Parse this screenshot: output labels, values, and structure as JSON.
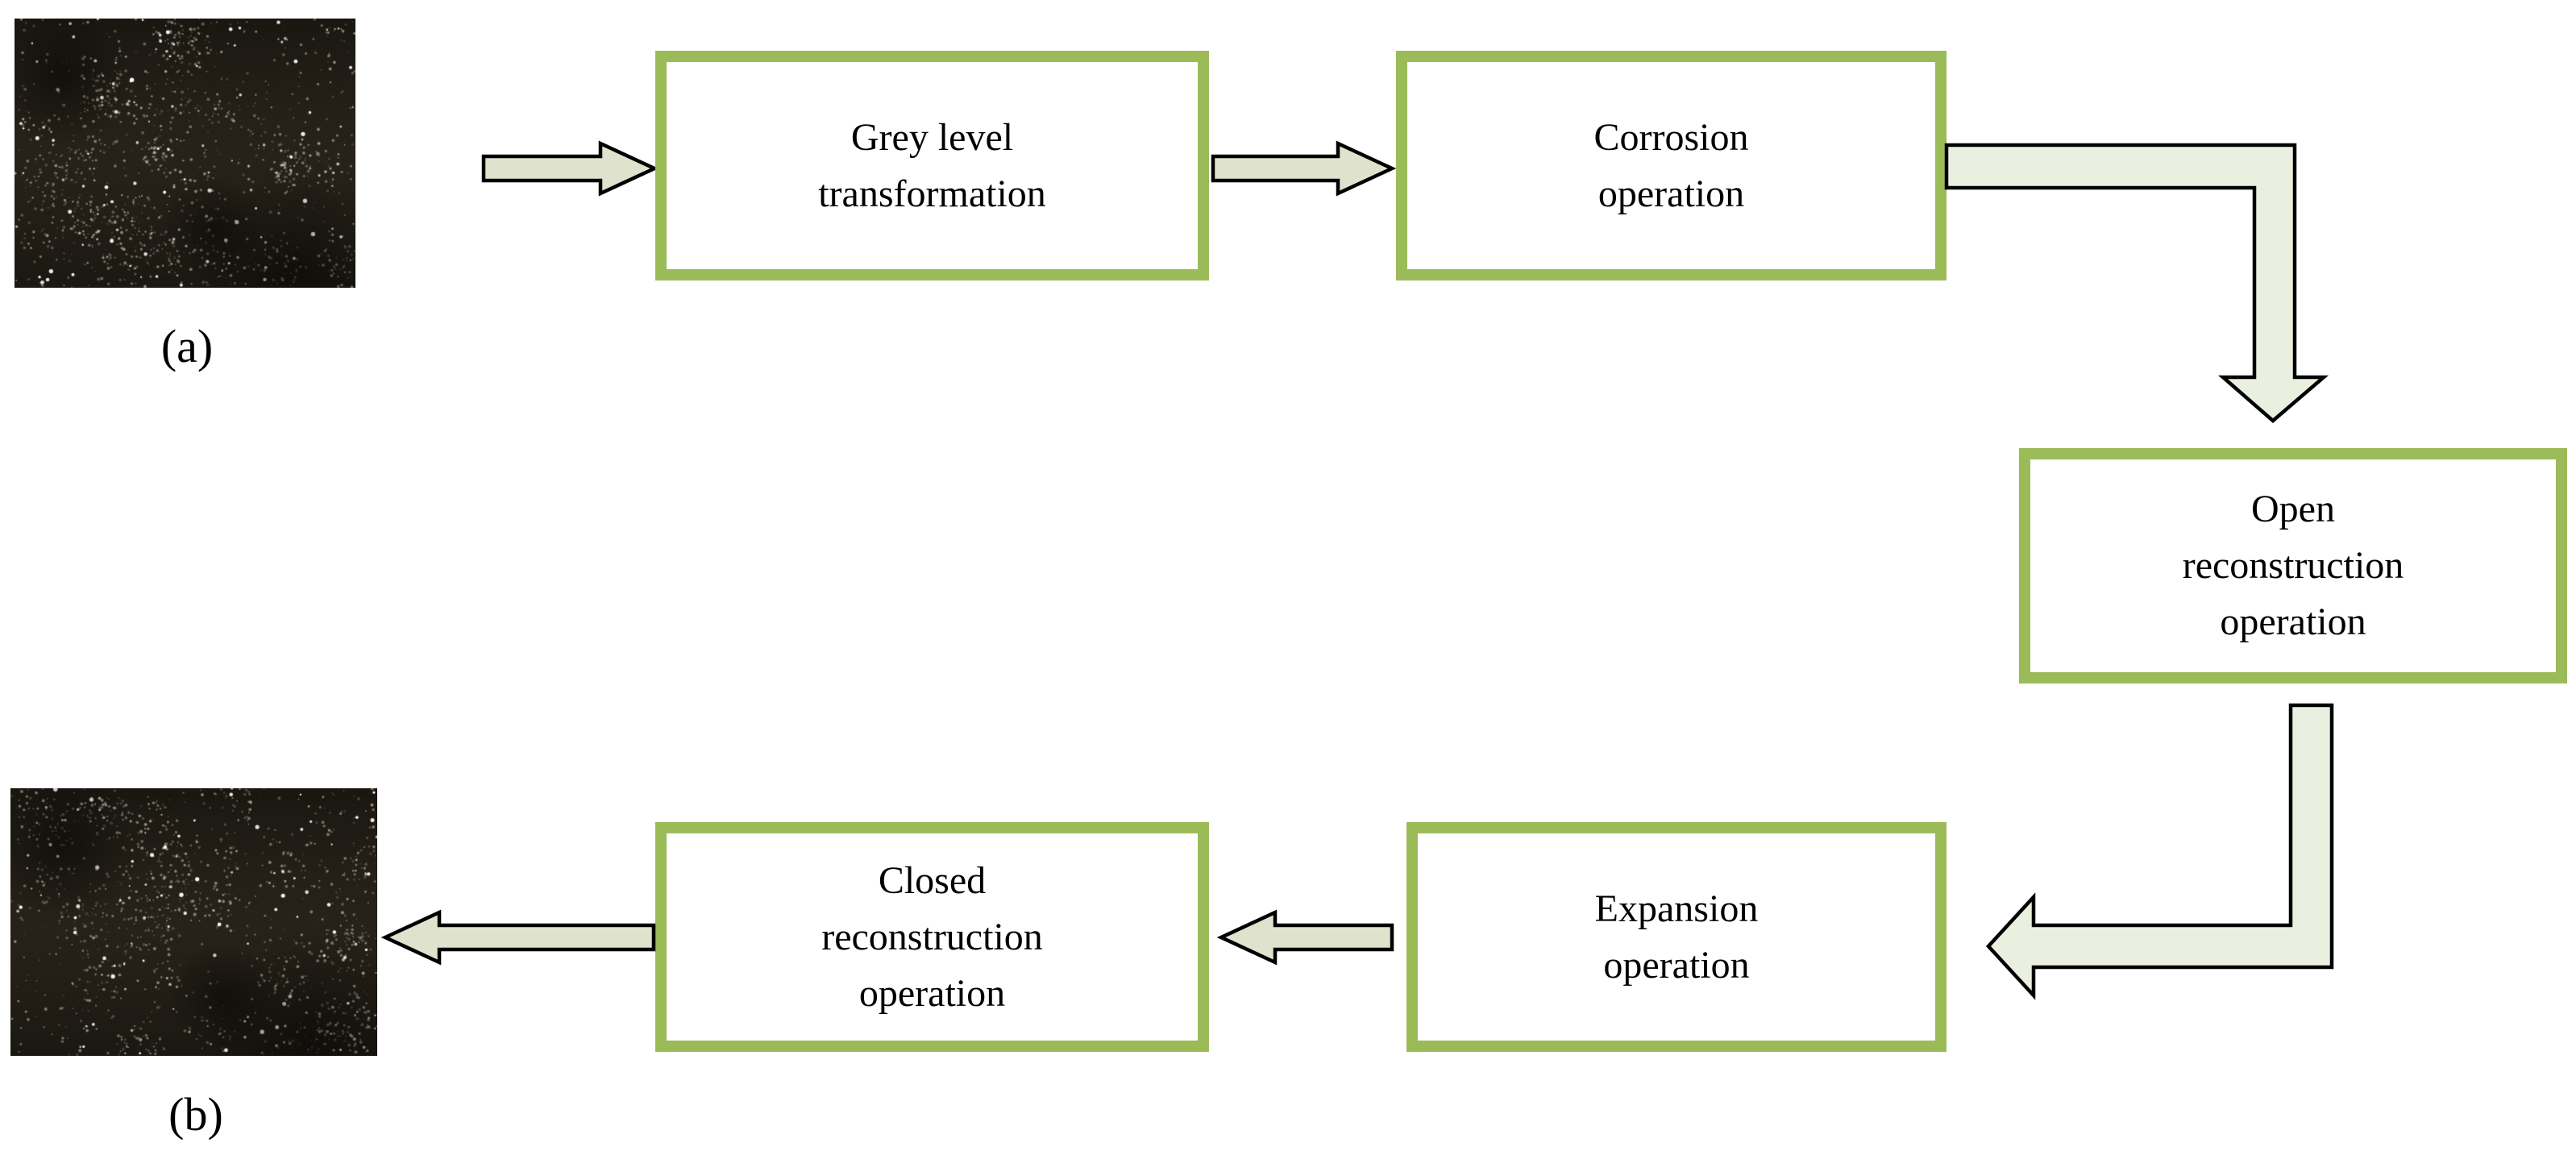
{
  "figure": {
    "type": "flowchart",
    "images": [
      {
        "id": "image-a",
        "caption": "(a)",
        "alt": "dark micrograph with bright speckles (input image)"
      },
      {
        "id": "image-b",
        "caption": "(b)",
        "alt": "dark micrograph with bright speckles (processed result)"
      }
    ],
    "nodes": [
      {
        "id": "grey-level-transformation",
        "label": "Grey level\ntransformation"
      },
      {
        "id": "corrosion-operation",
        "label": "Corrosion\noperation"
      },
      {
        "id": "open-reconstruction-operation",
        "label": "Open\nreconstruction\noperation"
      },
      {
        "id": "expansion-operation",
        "label": "Expansion\noperation"
      },
      {
        "id": "closed-reconstruction-operation",
        "label": "Closed\nreconstruction\noperation"
      }
    ],
    "edges": [
      {
        "from": "image-a",
        "to": "grey-level-transformation"
      },
      {
        "from": "grey-level-transformation",
        "to": "corrosion-operation"
      },
      {
        "from": "corrosion-operation",
        "to": "open-reconstruction-operation"
      },
      {
        "from": "open-reconstruction-operation",
        "to": "expansion-operation"
      },
      {
        "from": "expansion-operation",
        "to": "closed-reconstruction-operation"
      },
      {
        "from": "closed-reconstruction-operation",
        "to": "image-b"
      }
    ],
    "theme": {
      "background": "#ffffff",
      "box_border": "#9bbb59",
      "box_fill": "#ffffff",
      "arrow_fill_small": "#dfe3ce",
      "arrow_fill_large": "#eaf0e0",
      "arrow_outline": "#000000",
      "text_color": "#000000"
    }
  }
}
